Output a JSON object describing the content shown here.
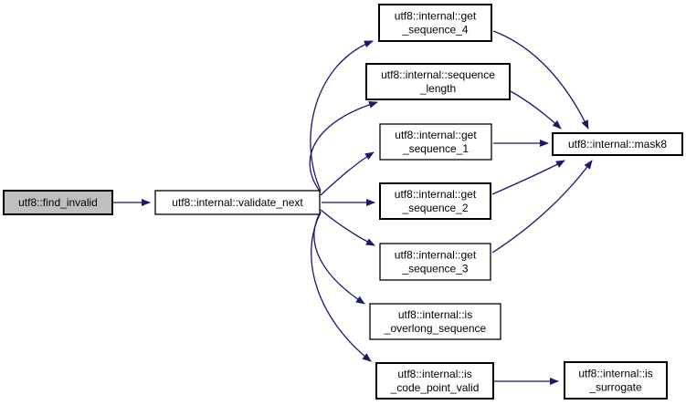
{
  "diagram": {
    "type": "call-graph",
    "root_function": "utf8::find_invalid",
    "colors": {
      "background": "#ffffff",
      "edge": "#191970",
      "node_border": "#000000",
      "node_fill": "#ffffff",
      "root_node_fill": "#bfbfbf",
      "text": "#000000"
    },
    "nodes": [
      {
        "id": "find_invalid",
        "label": "utf8::find_invalid",
        "lines": [
          "utf8::find_invalid"
        ]
      },
      {
        "id": "validate_next",
        "label": "utf8::internal::validate_next",
        "lines": [
          "utf8::internal::validate_next"
        ]
      },
      {
        "id": "get_sequence_4",
        "label": "utf8::internal::get_sequence_4",
        "lines": [
          "utf8::internal::get",
          "_sequence_4"
        ]
      },
      {
        "id": "sequence_length",
        "label": "utf8::internal::sequence_length",
        "lines": [
          "utf8::internal::sequence",
          "_length"
        ]
      },
      {
        "id": "get_sequence_1",
        "label": "utf8::internal::get_sequence_1",
        "lines": [
          "utf8::internal::get",
          "_sequence_1"
        ]
      },
      {
        "id": "get_sequence_2",
        "label": "utf8::internal::get_sequence_2",
        "lines": [
          "utf8::internal::get",
          "_sequence_2"
        ]
      },
      {
        "id": "get_sequence_3",
        "label": "utf8::internal::get_sequence_3",
        "lines": [
          "utf8::internal::get",
          "_sequence_3"
        ]
      },
      {
        "id": "is_overlong_sequence",
        "label": "utf8::internal::is_overlong_sequence",
        "lines": [
          "utf8::internal::is",
          "_overlong_sequence"
        ]
      },
      {
        "id": "is_code_point_valid",
        "label": "utf8::internal::is_code_point_valid",
        "lines": [
          "utf8::internal::is",
          "_code_point_valid"
        ]
      },
      {
        "id": "mask8",
        "label": "utf8::internal::mask8",
        "lines": [
          "utf8::internal::mask8"
        ]
      },
      {
        "id": "is_surrogate",
        "label": "utf8::internal::is_surrogate",
        "lines": [
          "utf8::internal::is",
          "_surrogate"
        ]
      }
    ],
    "edges": [
      {
        "from": "find_invalid",
        "to": "validate_next"
      },
      {
        "from": "validate_next",
        "to": "get_sequence_4"
      },
      {
        "from": "validate_next",
        "to": "sequence_length"
      },
      {
        "from": "validate_next",
        "to": "get_sequence_1"
      },
      {
        "from": "validate_next",
        "to": "get_sequence_2"
      },
      {
        "from": "validate_next",
        "to": "get_sequence_3"
      },
      {
        "from": "validate_next",
        "to": "is_overlong_sequence"
      },
      {
        "from": "validate_next",
        "to": "is_code_point_valid"
      },
      {
        "from": "get_sequence_4",
        "to": "mask8"
      },
      {
        "from": "sequence_length",
        "to": "mask8"
      },
      {
        "from": "get_sequence_1",
        "to": "mask8"
      },
      {
        "from": "get_sequence_2",
        "to": "mask8"
      },
      {
        "from": "get_sequence_3",
        "to": "mask8"
      },
      {
        "from": "is_code_point_valid",
        "to": "is_surrogate"
      }
    ]
  }
}
